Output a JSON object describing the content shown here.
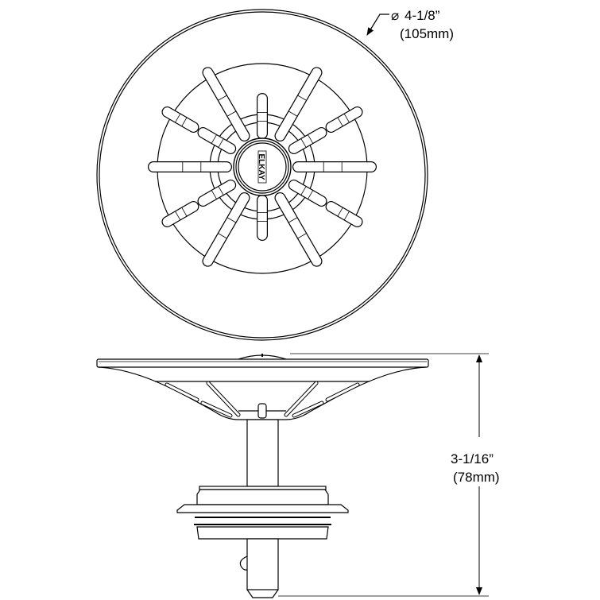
{
  "top_view": {
    "diameter_symbol": "⌀",
    "diameter_imperial": "4-1/8”",
    "diameter_metric": "(105mm)",
    "logo_text": "ELKAY"
  },
  "side_view": {
    "height_imperial": "3-1/16”",
    "height_metric": "(78mm)"
  },
  "colors": {
    "line": "#000000",
    "background": "#ffffff"
  }
}
